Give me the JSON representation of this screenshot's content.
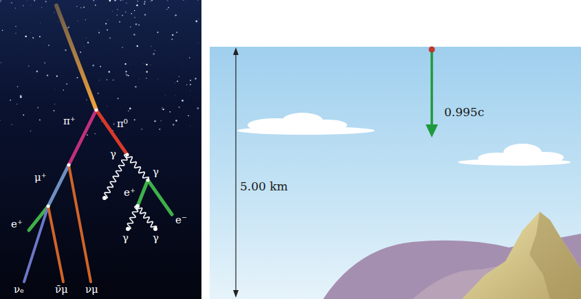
{
  "diagram": {
    "labels": [
      "π⁺",
      "π⁰",
      "γ",
      "γ",
      "μ⁺",
      "e⁺",
      "e⁺",
      "e⁻",
      "γ",
      "γ",
      "νₑ",
      "ν̄μ",
      "νμ",
      "0.995c",
      "5.00 km"
    ]
  }
}
